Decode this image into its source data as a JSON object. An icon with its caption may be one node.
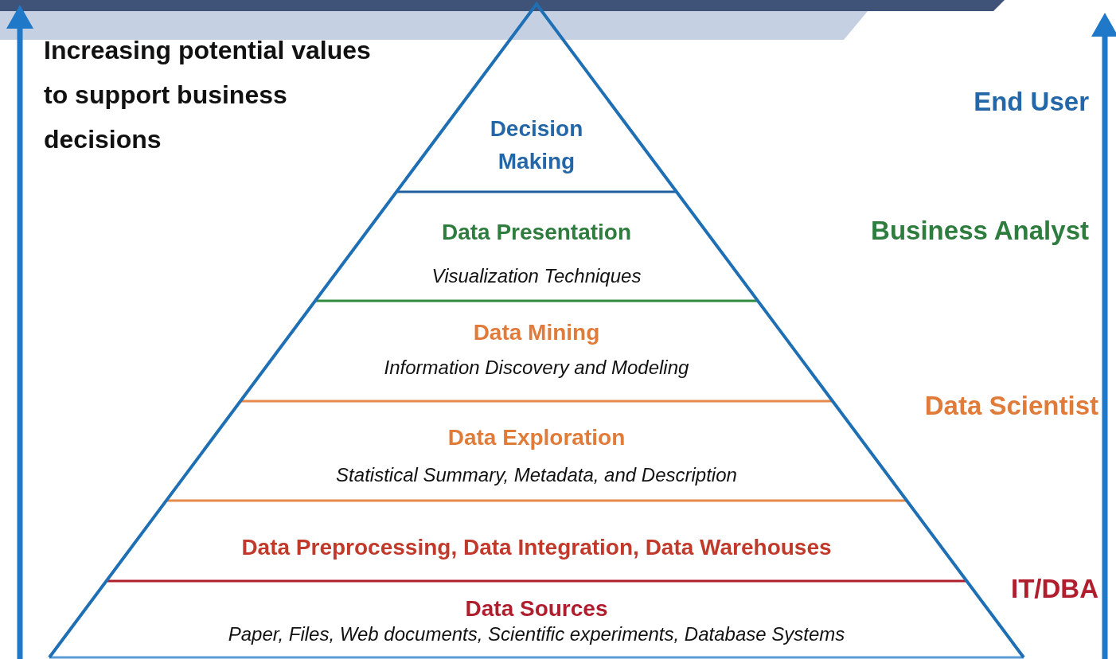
{
  "diagram": {
    "nodes": [
      {
        "text": [
          "Decision Making"
        ]
      },
      {
        "text": [
          "Data Presentation",
          "Visualization Techniques"
        ]
      },
      {
        "text": [
          "Data Mining",
          "Information Discovery and Modeling"
        ]
      },
      {
        "text": [
          "Data Exploration",
          "Statistical Summary, Metadata, and Description"
        ]
      },
      {
        "text": [
          "Data Preprocessing, Data Integration, Data Warehouses"
        ]
      },
      {
        "text": [
          "Data Sources",
          "Paper, Files, Web documents, Scientific experiments, Database Systems"
        ]
      }
    ],
    "edges": [],
    "labels": [
      "Increasing potential values to support business decisions",
      "End User",
      "Business Analyst",
      "Data Scientist",
      "IT/DBA"
    ]
  }
}
